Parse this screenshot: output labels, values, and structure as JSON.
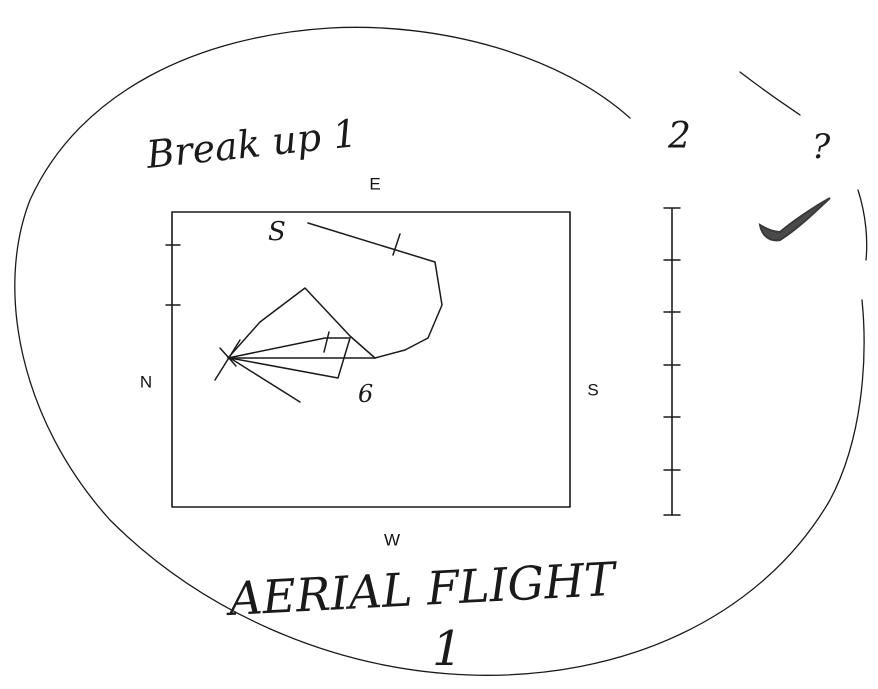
{
  "header_note": "Break up 1",
  "corner_marks": [
    "2",
    "?"
  ],
  "compass": {
    "north": "N",
    "east": "E",
    "south": "S",
    "west": "W"
  },
  "path_labels": {
    "start": "S",
    "end": "6"
  },
  "caption": {
    "title": "AERIAL FLIGHT",
    "number": "1"
  },
  "icons": [
    "checkmark-icon"
  ],
  "colors": {
    "ink": "#1a1a1a",
    "check": "#4a4a4a"
  }
}
